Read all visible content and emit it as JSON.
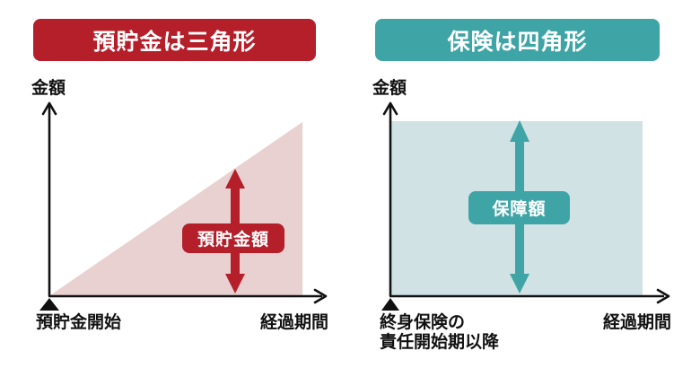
{
  "colors": {
    "red": "#b41f2a",
    "red_light": "#e9d0d1",
    "teal": "#3fa4a6",
    "teal_light": "#d1e2e5",
    "ink": "#111111",
    "white": "#ffffff"
  },
  "left_panel": {
    "title": "預貯金は三角形",
    "y_axis_label": "金額",
    "x_start_label": "預貯金開始",
    "x_end_label": "経過期間",
    "badge_label": "預貯金額",
    "shape": "triangle"
  },
  "right_panel": {
    "title": "保険は四角形",
    "y_axis_label": "金額",
    "x_start_label": "終身保険の\n責任開始期以降",
    "x_end_label": "経過期間",
    "badge_label": "保障額",
    "shape": "rectangle"
  }
}
